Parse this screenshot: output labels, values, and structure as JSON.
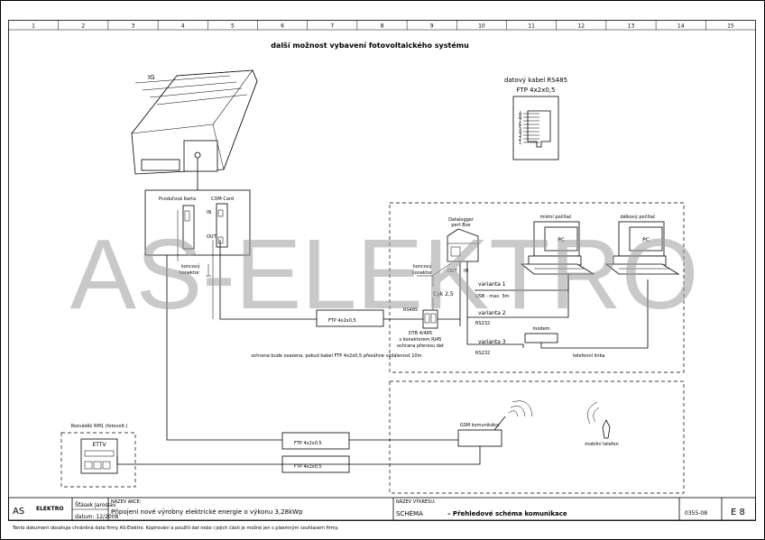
{
  "title": "další možnost vybavení fotovoltaického systému",
  "watermark": "AS-ELEKTRO",
  "grid_numbers": [
    "1",
    "2",
    "3",
    "4",
    "5",
    "6",
    "7",
    "8",
    "9",
    "10",
    "11",
    "12",
    "13",
    "14",
    "15"
  ],
  "devices": {
    "ig": "IG",
    "plug_card": "Pcoduľová Karta",
    "com_card": "COM Card",
    "in": "IN",
    "out": "OUT",
    "end_connector_1": "koncový",
    "end_connector_2": "konektor",
    "datalogger_1": "Datalogger",
    "datalogger_2": "pert Box",
    "end_connector_b_1": "koncový",
    "end_connector_b_2": "konektor",
    "dl_out": "OUT",
    "dl_in": "IN",
    "pc_local_label": "místní počítač",
    "pc_remote_label": "dálkový počítač",
    "pc": "PC",
    "rs485_cable_1": "datový kabel RS485",
    "rs485_cable_2": "FTP 4x2x0,5",
    "rj45_pins": [
      "4",
      "8",
      "7",
      "6",
      "5",
      "4",
      "3",
      "2",
      "1"
    ]
  },
  "cables": {
    "ftp1": "FTP 4x2x0,5",
    "ftp2": "FTP 4x2x0,5",
    "ftp3": "FTP 4x2x0,5",
    "cyk": "Cyk 2,5",
    "rs485": "RS485",
    "dtb_1": "DTB 4/485",
    "dtb_2": "s konektorem RJ45",
    "dtb_3": "ochrana přenosu dat",
    "dtb_4": "ochrana bude osazena, pokud kabel FTP 4x2x0,5 přesáhne vzdálenost 10m",
    "variant1": "varianta 1",
    "usb": "USB - max. 3m",
    "variant2": "varianta 2",
    "rs232a": "RS232",
    "variant3": "varianta 3",
    "modem": "modem",
    "rs232b": "RS232",
    "phone_line": "telefonní linka"
  },
  "lower": {
    "panel_title": "Rozváděč RM1 (fotovolt.)",
    "ettv": "ETTV",
    "gsm": "GSM komunikátor",
    "mobile": "mobilní telefon"
  },
  "titleblock": {
    "logo_as": "AS",
    "logo_elektro": "ELEKTRO",
    "author": "Šťásek Jaroslav",
    "date": "datum: 12/2008",
    "project_label": "NÁZEV AKCE:",
    "project": "Připojení nové výrobny elektrické energie o výkonu 3,28kWp",
    "drawing_label": "NÁZEV VÝKRESU:",
    "schema": "SCHÉMA",
    "schema_name": "– Přehledové schéma komunikace",
    "number": "0355-08",
    "sheet": "E 8"
  },
  "footer": "Tento dokument obsahuje chráněná data firmy AS-Elektro. Kopírování a použití dat nebo i jejich části je možné jen s písemným souhlasem firmy."
}
